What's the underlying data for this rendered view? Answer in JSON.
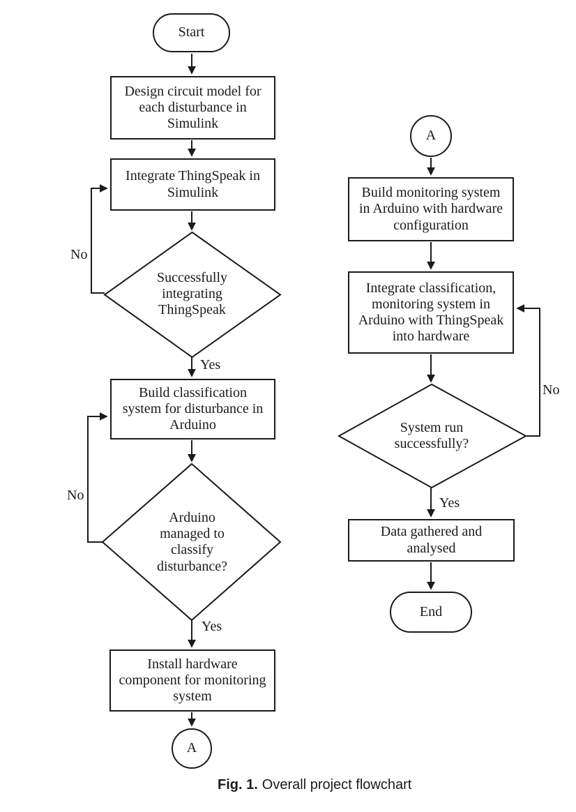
{
  "figure": {
    "caption_label": "Fig. 1.",
    "caption_title": "Overall project flowchart"
  },
  "colors": {
    "line": "#1b1b1b",
    "text": "#1b1b1b",
    "background": "#ffffff",
    "node_fill": "#ffffff"
  },
  "nodes": {
    "start": {
      "type": "terminator",
      "label": "Start"
    },
    "design_circuit": {
      "type": "process",
      "label": "Design circuit model for\neach disturbance in\nSimulink"
    },
    "integrate_thingspeak": {
      "type": "process",
      "label": "Integrate ThingSpeak in\nSimulink"
    },
    "decision_integrate": {
      "type": "decision",
      "label": "Successfully\nintegrating\nThingSpeak"
    },
    "build_classification": {
      "type": "process",
      "label": "Build classification\nsystem for disturbance in\nArduino"
    },
    "decision_classify": {
      "type": "decision",
      "label": "Arduino\nmanaged to\nclassify\ndisturbance?"
    },
    "install_hardware": {
      "type": "process",
      "label": "Install hardware\ncomponent for monitoring\nsystem"
    },
    "connector_a_left": {
      "type": "connector",
      "label": "A"
    },
    "connector_a_right": {
      "type": "connector",
      "label": "A"
    },
    "build_monitoring": {
      "type": "process",
      "label": "Build monitoring system\nin Arduino with hardware\nconfiguration"
    },
    "integrate_classification": {
      "type": "process",
      "label": "Integrate classification,\nmonitoring system in\nArduino with ThingSpeak\ninto hardware"
    },
    "decision_system_run": {
      "type": "decision",
      "label": "System run\nsuccessfully?"
    },
    "data_gathered": {
      "type": "process",
      "label": "Data gathered and\nanalysed"
    },
    "end": {
      "type": "terminator",
      "label": "End"
    }
  },
  "edge_labels": {
    "no1": "No",
    "yes1": "Yes",
    "no2": "No",
    "yes2": "Yes",
    "no3": "No",
    "yes3": "Yes"
  }
}
